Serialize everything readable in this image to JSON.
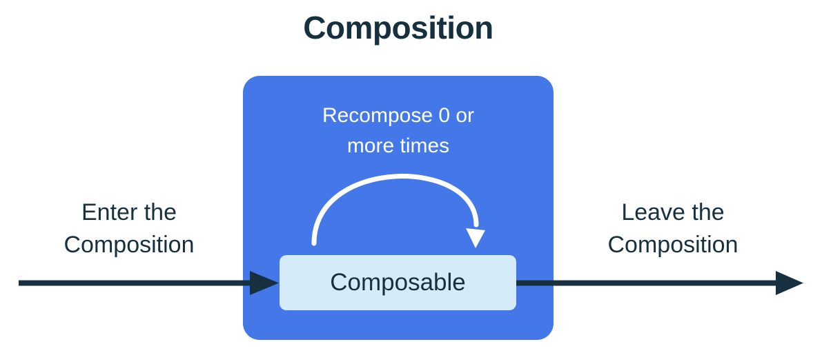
{
  "title": "Composition",
  "colors": {
    "box_blue": "#4478E9",
    "composable_bg": "#D6EBFA",
    "ink_dark": "#16303F",
    "arc_white": "#FFFFFF"
  },
  "blue_box": {
    "recompose_line1": "Recompose 0 or",
    "recompose_line2": "more times",
    "composable_label": "Composable"
  },
  "left_flow": {
    "line1": "Enter the",
    "line2": "Composition"
  },
  "right_flow": {
    "line1": "Leave the",
    "line2": "Composition"
  },
  "icons": {
    "recompose_arc": "curved-arrow-clockwise",
    "enter_arrow": "arrow-right",
    "leave_arrow": "arrow-right"
  }
}
